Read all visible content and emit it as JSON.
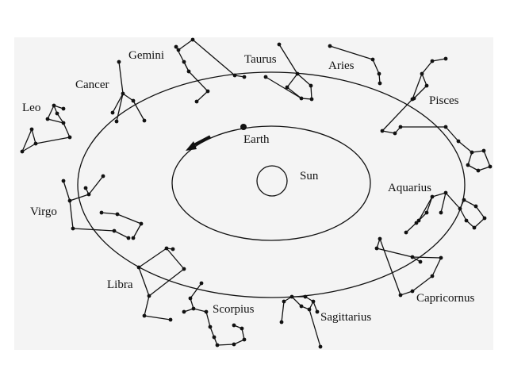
{
  "diagram": {
    "colors": {
      "background": "#ffffff",
      "panel": "#f4f4f4",
      "ink": "#111111"
    },
    "center_labels": {
      "earth": "Earth",
      "sun": "Sun"
    },
    "constellations": [
      {
        "key": "leo",
        "label": "Leo"
      },
      {
        "key": "cancer",
        "label": "Cancer"
      },
      {
        "key": "gemini",
        "label": "Gemini"
      },
      {
        "key": "taurus",
        "label": "Taurus"
      },
      {
        "key": "aries",
        "label": "Aries"
      },
      {
        "key": "pisces",
        "label": "Pisces"
      },
      {
        "key": "aquarius",
        "label": "Aquarius"
      },
      {
        "key": "capricornus",
        "label": "Capricornus"
      },
      {
        "key": "sagittarius",
        "label": "Sagittarius"
      },
      {
        "key": "scorpius",
        "label": "Scorpius"
      },
      {
        "key": "libra",
        "label": "Libra"
      },
      {
        "key": "virgo",
        "label": "Virgo"
      }
    ]
  }
}
